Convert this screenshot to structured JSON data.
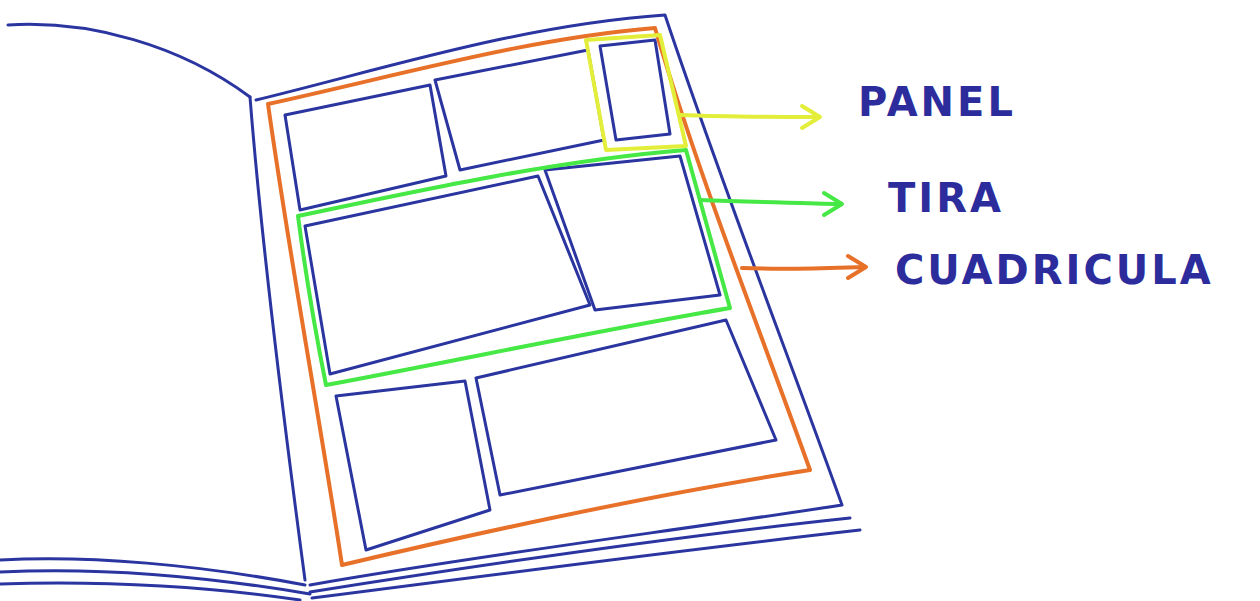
{
  "diagram": {
    "labels": [
      "PANEL",
      "TIRA",
      "CUADRICULA"
    ]
  }
}
